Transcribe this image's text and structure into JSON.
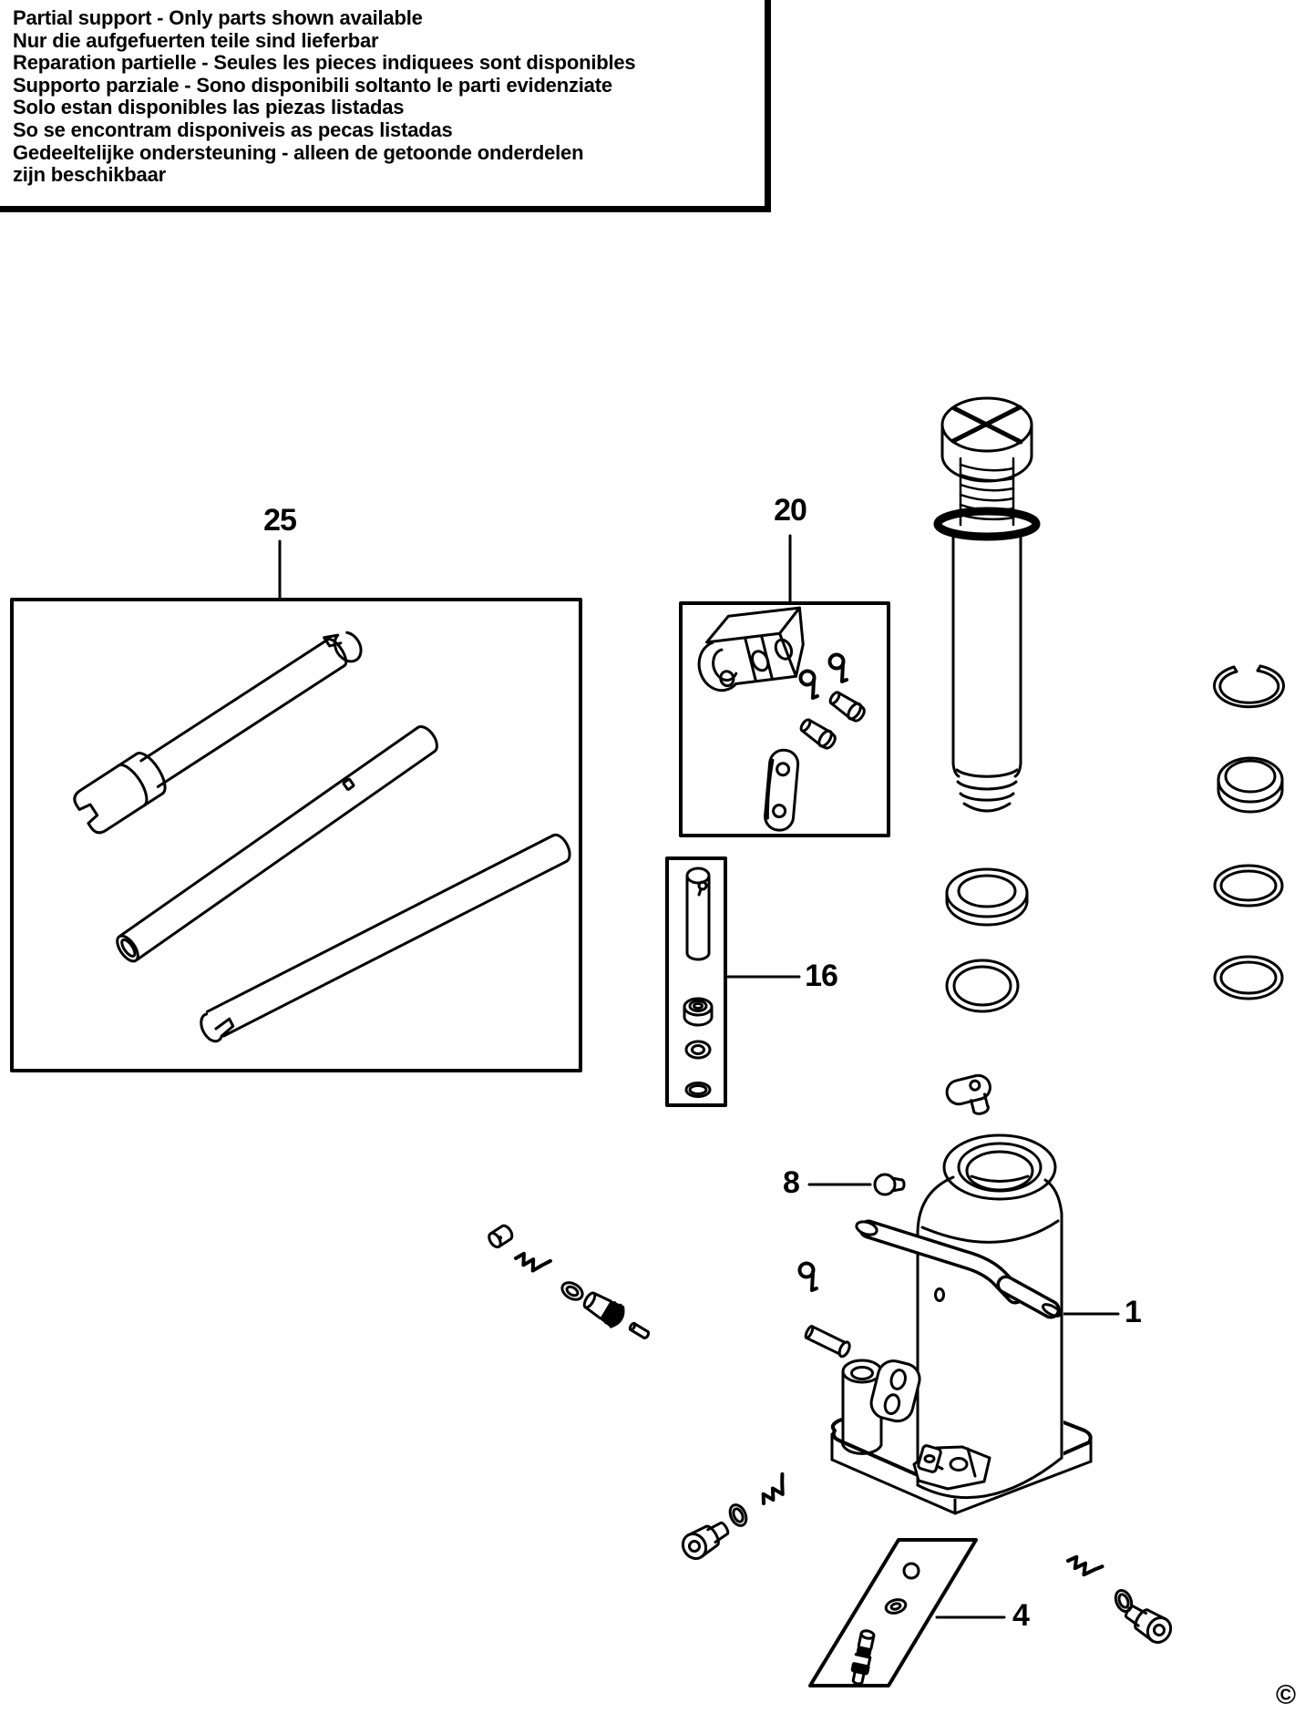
{
  "colors": {
    "ink": "#000000",
    "paper": "#ffffff"
  },
  "notice": {
    "lines": [
      "Partial support - Only parts shown available",
      "Nur die aufgefuerten teile sind lieferbar",
      "Reparation partielle - Seules les pieces indiquees sont disponibles",
      "Supporto parziale - Sono disponibili soltanto le parti evidenziate",
      "Solo estan disponibles las piezas listadas",
      "So se encontram disponiveis as pecas listadas",
      "Gedeeltelijke ondersteuning - alleen de getoonde onderdelen",
      "zijn beschikbaar"
    ]
  },
  "labels": {
    "p25": "25",
    "p20": "20",
    "p16": "16",
    "p8": "8",
    "p1": "1",
    "p4": "4"
  },
  "copyright": "©"
}
